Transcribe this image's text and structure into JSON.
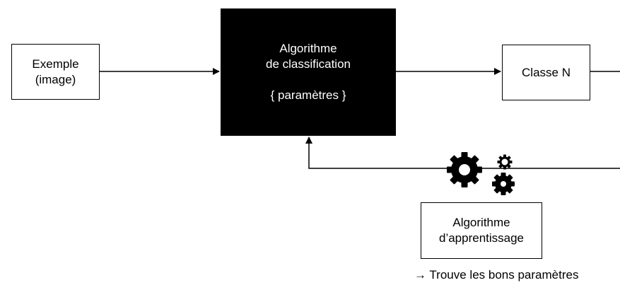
{
  "nodes": {
    "example": {
      "line1": "Exemple",
      "line2": "(image)"
    },
    "classifier": {
      "line1": "Algorithme",
      "line2": "de classification",
      "line3": "{ paramètres }"
    },
    "class_out": {
      "label": "Classe N"
    },
    "learning": {
      "line1": "Algorithme",
      "line2": "d’apprentissage"
    }
  },
  "note": "→ Trouve les bons paramètres",
  "icons": [
    "gears-icon"
  ],
  "colors": {
    "stroke": "#000000",
    "classifier_fill": "#000000",
    "classifier_text": "#ffffff"
  }
}
